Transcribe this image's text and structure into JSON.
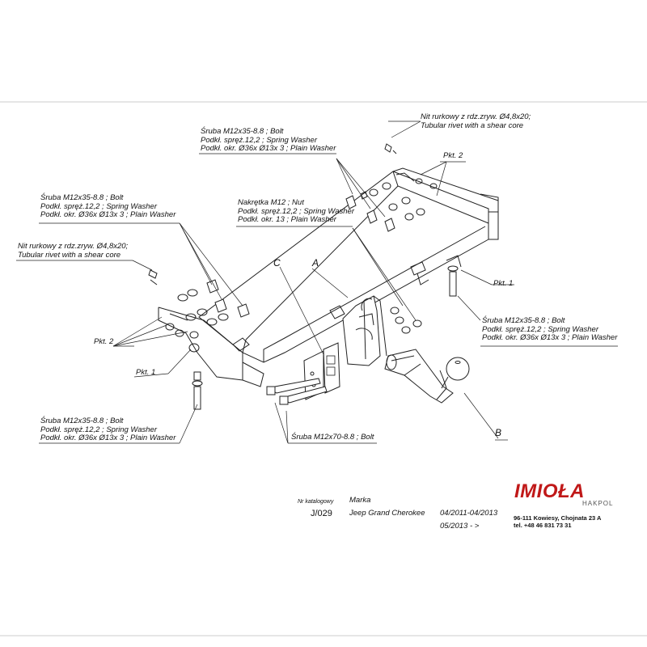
{
  "labels": {
    "rivet_top": [
      "Nit rurkowy z rdz.zryw. Ø4,8x20;",
      "Tubular rivet with a shear core"
    ],
    "bolt_top": [
      "Śruba M12x35-8.8 ;  Bolt",
      "Podkł. spręż.12,2 ; Spring Washer",
      "Podkł. okr.  Ø36x Ø13x 3 ; Plain Washer"
    ],
    "nut": [
      "Nakrętka  M12 ; Nut",
      "Podkł. spręż.12,2 ; Spring Washer",
      "Podkł. okr. 13 ; Plain Washer"
    ],
    "bolt_left": [
      "Śruba M12x35-8.8 ;  Bolt",
      "Podkł. spręż.12,2 ; Spring Washer",
      "Podkł. okr.  Ø36x Ø13x 3 ; Plain Washer"
    ],
    "rivet_left": [
      "Nit rurkowy z rdz.zryw. Ø4,8x20;",
      "Tubular rivet with a shear core"
    ],
    "pkt2_right": "Pkt. 2",
    "pkt1_right": "Pkt. 1",
    "bolt_right": [
      "Śruba M12x35-8.8 ;  Bolt",
      "Podkł. spręż.12,2 ; Spring Washer",
      "Podkł. okr.  Ø36x Ø13x 3 ; Plain Washer"
    ],
    "pkt2_left": "Pkt. 2",
    "pkt1_left": "Pkt. 1",
    "bolt_bottom_left": [
      "Śruba M12x35-8.8 ;  Bolt",
      "Podkł. spręż.12,2 ; Spring Washer",
      "Podkł. okr.  Ø36x Ø13x 3 ; Plain Washer"
    ],
    "bolt_m70": "Śruba M12x70-8.8 ;  Bolt",
    "letter_a": "A",
    "letter_b": "B",
    "letter_c": "C"
  },
  "catalog": {
    "nr_header": "Nr katalogowy",
    "marka_header": "Marka",
    "number": "J/029",
    "model": "Jeep Grand Cherokee",
    "date_1": "04/2011-04/2013",
    "date_2": "05/2013 - >"
  },
  "company": {
    "brand": "IMIOŁA",
    "sub": "HAKPOL",
    "address": "96-111 Kowiesy, Chojnata 23 A",
    "phone": "tel. +48 46 831 73 31"
  }
}
